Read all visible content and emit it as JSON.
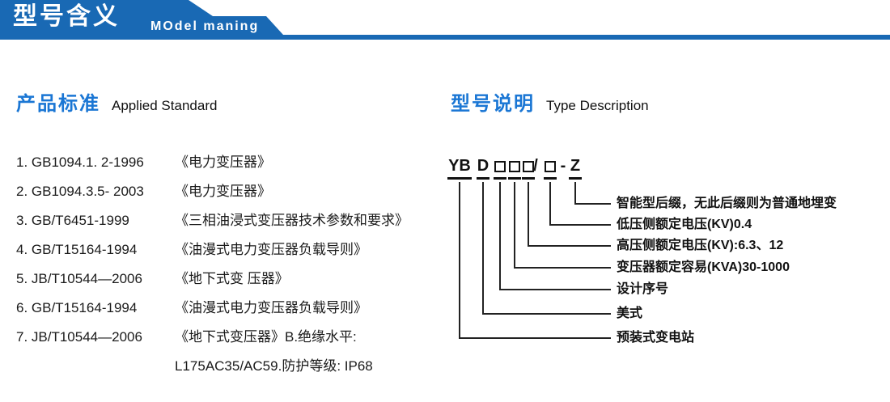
{
  "header": {
    "title_cn": "型号含义",
    "title_en": "MOdel maning"
  },
  "standards": {
    "title_cn": "产品标准",
    "title_en": "Applied Standard",
    "items": [
      {
        "code": "1. GB1094.1. 2-1996",
        "name": "《电力变压器》"
      },
      {
        "code": "2. GB1094.3.5- 2003",
        "name": "《电力变压器》"
      },
      {
        "code": "3. GB/T6451-1999",
        "name": "《三相油浸式变压器技术参数和要求》"
      },
      {
        "code": "4. GB/T15164-1994",
        "name": "《油漫式电力变压器负载导则》"
      },
      {
        "code": "5. JB/T10544—2006",
        "name": "《地下式变 压器》"
      },
      {
        "code": "6. GB/T15164-1994",
        "name": "《油漫式电力变压器负载导则》"
      },
      {
        "code": "7. JB/T10544—2006",
        "name": "《地下式变压器》B.绝缘水平:"
      }
    ],
    "continuation": "L175AC35/AC59.防护等级: IP68"
  },
  "model": {
    "title_cn": "型号说明",
    "title_en": "Type Description",
    "code_segments": [
      {
        "text": "YB",
        "underline": true
      },
      {
        "text": "D",
        "underline": true
      },
      {
        "box": true,
        "underline": true
      },
      {
        "box": true,
        "underline": true
      },
      {
        "box": true,
        "underline": true
      },
      {
        "text": "/",
        "underline": false
      },
      {
        "box": true,
        "underline": true
      },
      {
        "text": "-",
        "underline": false
      },
      {
        "text": "Z",
        "underline": true
      }
    ],
    "labels": [
      "智能型后缀，无此后缀则为普通地埋变",
      "低压侧额定电压(KV)0.4",
      "高压侧额定电压(KV):6.3、12",
      "变压器额定容易(KVA)30-1000",
      "设计序号",
      "美式",
      "预装式变电站"
    ]
  },
  "colors": {
    "banner": "#1969b4",
    "title_blue": "#1a76d4",
    "text": "#1a1a1a",
    "line": "#222222"
  }
}
